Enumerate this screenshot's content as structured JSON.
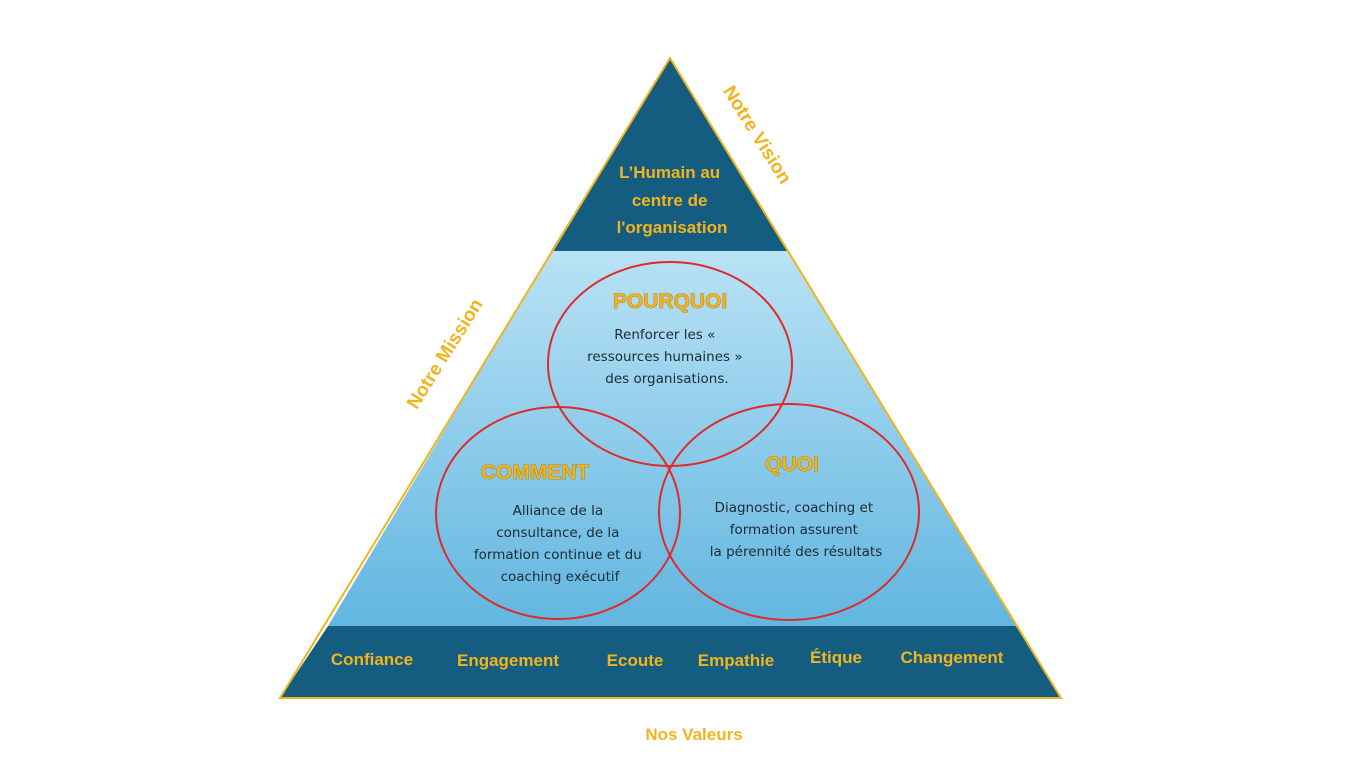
{
  "apex": {
    "lines": [
      "L’Humain au",
      "centre de",
      "l'organisation"
    ]
  },
  "vision_label": "Notre Vision",
  "mission_label": "Notre Mission",
  "circles": {
    "pourquoi": {
      "title": "POURQUOI",
      "lines": [
        "Renforcer les «",
        "ressources humaines »",
        "des organisations."
      ]
    },
    "comment": {
      "title": "COMMENT",
      "lines": [
        "Alliance de la",
        "consultance, de la",
        "formation continue et du",
        "coaching exécutif"
      ]
    },
    "quoi": {
      "title": "QUOI",
      "lines": [
        "Diagnostic, coaching et",
        "formation assurent",
        "la pérennité des résultats"
      ]
    }
  },
  "values": [
    "Confiance",
    "Engagement",
    "Ecoute",
    "Empathie",
    "Étique",
    "Changement"
  ],
  "values_label": "Nos Valeurs",
  "colors": {
    "apex": "#155d80",
    "base": "#155d80",
    "gradient_top": "#b9e2f5",
    "gradient_bottom": "#62b6e0",
    "outline": "#f2b41c",
    "circle": "#e02a2a",
    "label": "#f2b41c"
  }
}
